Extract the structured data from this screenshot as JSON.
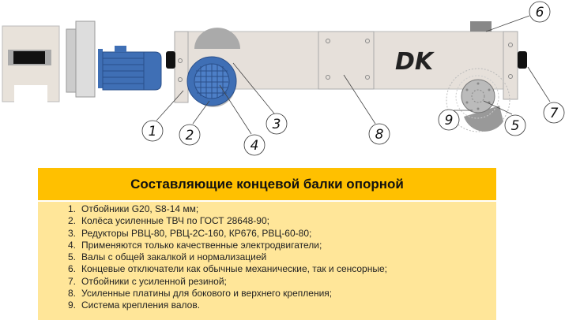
{
  "diagram": {
    "logo_text": "DK",
    "callouts": [
      "1",
      "2",
      "3",
      "4",
      "5",
      "6",
      "7",
      "8",
      "9"
    ]
  },
  "table": {
    "title": "Составляющие концевой балки опорной",
    "items": [
      {
        "num": "1.",
        "text": "Отбойники G20, S8-14 мм;"
      },
      {
        "num": "2.",
        "text": "Колёса усиленные ТВЧ по ГОСТ 28648-90;"
      },
      {
        "num": "3.",
        "text": "Редукторы РВЦ-80, РВЦ-2С-160, КР676, РВЦ-60-80;"
      },
      {
        "num": "4.",
        "text": "Применяются только качественные электродвигатели;"
      },
      {
        "num": "5.",
        "text": "Валы с общей закалкой и нормализацией"
      },
      {
        "num": "6.",
        "text": "Концевые отключатели как обычные механические, так и сенсорные;"
      },
      {
        "num": "7.",
        "text": "Отбойники с усиленной резиной;"
      },
      {
        "num": "8.",
        "text": "Усиленные платины для бокового и верхнего крепления;"
      },
      {
        "num": "9.",
        "text": "Система крепления валов."
      }
    ]
  },
  "colors": {
    "header": "#FFC000",
    "body": "#FFE699",
    "motor": "#3F6FB5",
    "beam": "#E6E0DA"
  }
}
